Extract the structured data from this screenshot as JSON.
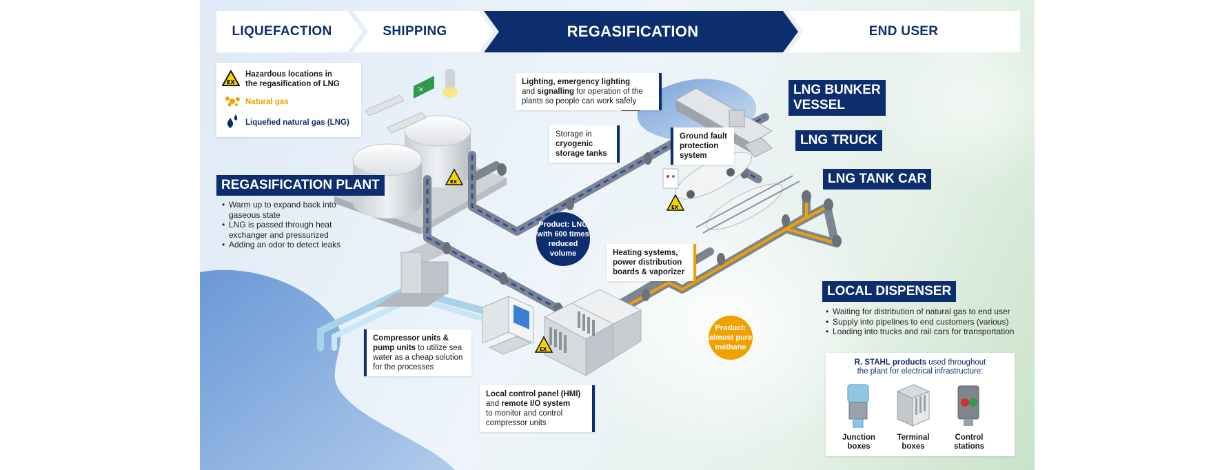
{
  "colors": {
    "navy": "#0d2e6e",
    "orange": "#f0a100",
    "pipe_gray": "#7d8590",
    "water_blue": "#3f74c0"
  },
  "process_steps": [
    {
      "label": "LIQUEFACTION",
      "active": false
    },
    {
      "label": "SHIPPING",
      "active": false
    },
    {
      "label": "REGASIFICATION",
      "active": true
    },
    {
      "label": "END USER",
      "active": false
    }
  ],
  "legend": {
    "hazard_line1": "Hazardous locations in",
    "hazard_line2": "the regasification of LNG",
    "hazard_icon": "ex-warning-icon",
    "natural_gas": "Natural gas",
    "natural_gas_icon": "gas-bubbles-icon",
    "lng": "Liquefied natural gas (LNG)",
    "lng_icon": "droplets-icon"
  },
  "regas_plant": {
    "title": "REGASIFICATION PLANT",
    "bullets": [
      "Warm up to expand back into",
      "gaseous state",
      "LNG is passed through heat",
      "exchanger and pressurized",
      "Adding an odor to detect leaks"
    ]
  },
  "callouts": {
    "lighting": {
      "l1a": "Lighting, emergency lighting",
      "l2a": "and ",
      "l2b": "signalling",
      "l2c": " for operation of the",
      "l3": "plants so people can work safely"
    },
    "storage": {
      "l1": "Storage in",
      "l2": "cryogenic",
      "l3": "storage tanks"
    },
    "ground_fault": {
      "l1": "Ground fault",
      "l2": "protection",
      "l3": "system"
    },
    "heating": {
      "l1": "Heating systems,",
      "l2": "power distribution",
      "l3": "boards & vaporizer"
    },
    "compressor": {
      "l1": "Compressor units &",
      "l2a": "pump units",
      "l2b": " to utilize sea",
      "l3": "water as a cheap solution",
      "l4": "for the processes"
    },
    "control_panel": {
      "l1": "Local control panel (HMI)",
      "l2a": "and ",
      "l2b": "remote I/O system",
      "l3": "to monitor and control",
      "l4": "compressor units"
    }
  },
  "bubbles": {
    "lng": {
      "l1": "Product: LNG",
      "l2": "with 600 times",
      "l3": "reduced volume"
    },
    "methane": {
      "l1": "Product:",
      "l2": "almost pure",
      "l3": "methane"
    }
  },
  "end_user_tags": {
    "bunker_l1": "LNG BUNKER",
    "bunker_l2": "VESSEL",
    "truck": "LNG TRUCK",
    "tank_car": "LNG TANK CAR"
  },
  "local_dispenser": {
    "title": "LOCAL DISPENSER",
    "bullets": [
      "Waiting for distribution of natural gas to end user",
      "Supply into pipelines to end customers (various)",
      "Loading into trucks and rail cars for transportation"
    ]
  },
  "products_box": {
    "brand": "R. STAHL products",
    "text1": " used throughout",
    "text2": "the plant for electrical infrastructure:",
    "items": [
      {
        "l1": "Junction",
        "l2": "boxes",
        "icon": "junction-box-icon"
      },
      {
        "l1": "Terminal",
        "l2": "boxes",
        "icon": "terminal-box-icon"
      },
      {
        "l1": "Control",
        "l2": "stations",
        "icon": "control-station-icon"
      }
    ]
  }
}
